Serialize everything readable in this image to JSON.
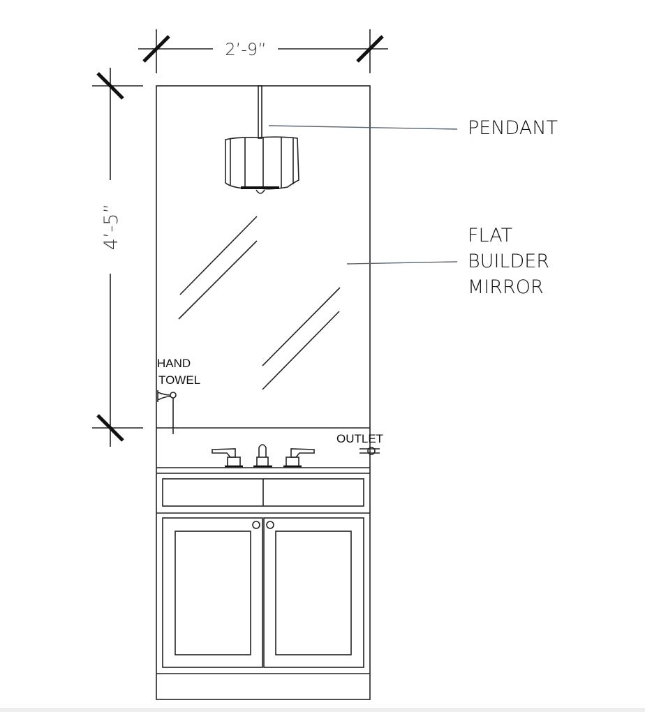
{
  "dimensions": {
    "width": "2’-9”",
    "height": "4’-5”"
  },
  "labels": {
    "pendant": "PENDANT",
    "mirror": [
      "FLAT",
      "BUILDER",
      "MIRROR"
    ],
    "hand_towel": [
      "HAND",
      "TOWEL"
    ],
    "outlet": "OUTLET"
  }
}
